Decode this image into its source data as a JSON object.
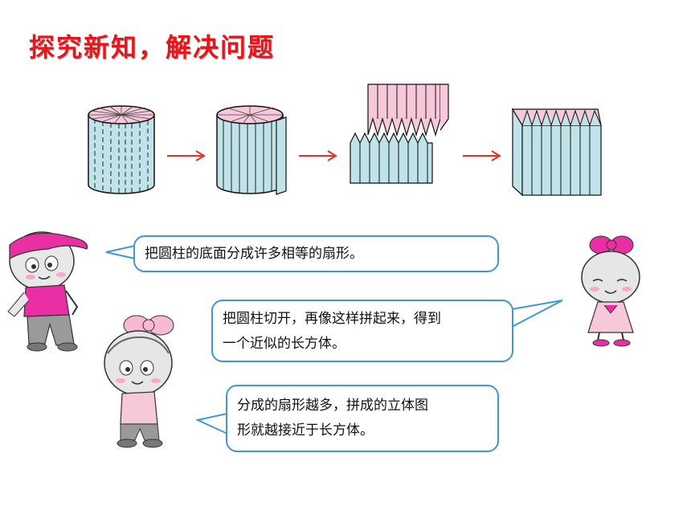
{
  "header": {
    "title": "探究新知，解决问题"
  },
  "bubbles": [
    {
      "lines": [
        "把圆柱的底面分成许多相等的扇形。"
      ]
    },
    {
      "lines": [
        "把圆柱切开，再像这样拼起来，得到",
        "一个近似的长方体。"
      ]
    },
    {
      "lines": [
        "分成的扇形越多，拼成的立体图",
        "形就越接近于长方体。"
      ]
    }
  ],
  "colors": {
    "title": "#e8151b",
    "body": "#bfe3e8",
    "top": "#f6c8da",
    "arrow": "#e53224",
    "bubble_border": "#3f97d6",
    "cap_boy": "#ea2fa5"
  },
  "icons": [
    "cylinder-icon",
    "cut-cylinder-icon",
    "split-pieces-icon",
    "cuboid-icon",
    "arrow-right-icon",
    "boy-character",
    "girl-character"
  ]
}
